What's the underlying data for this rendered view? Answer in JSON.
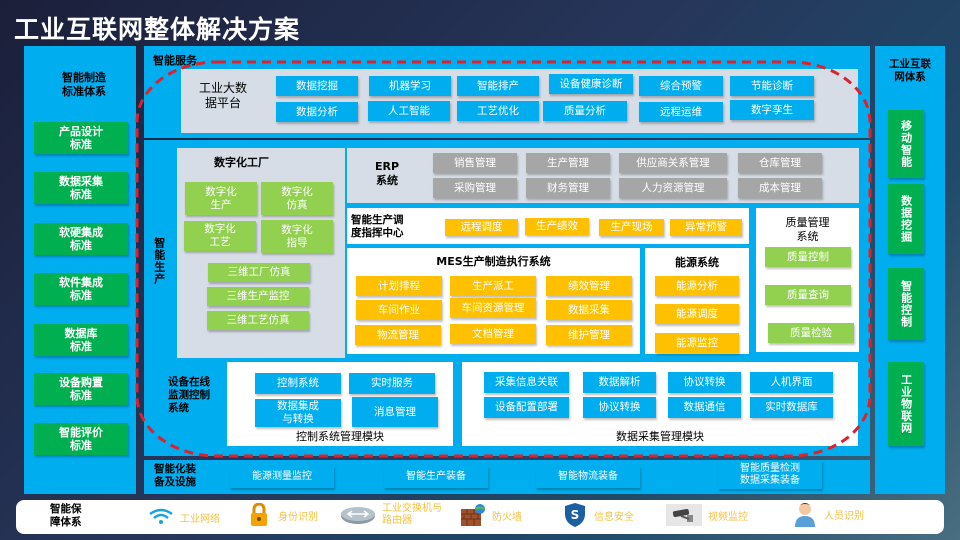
{
  "title": "工业互联网整体解决方案",
  "left_panel": {
    "title": "智能制造\n标准体系",
    "items": [
      "产品设计\n标准",
      "数据采集\n标准",
      "软硬集成\n标准",
      "软件集成\n标准",
      "数据库\n标准",
      "设备购置\n标准",
      "智能评价\n标准"
    ]
  },
  "right_panel": {
    "title": "工业互联\n网体系",
    "items": [
      "移动智能",
      "数据挖掘",
      "智能控制",
      "工业物联网"
    ]
  },
  "smart_service": {
    "label": "智能服务",
    "platform_label": "工业大数\n据平台",
    "row1": [
      "数据挖掘",
      "机器学习",
      "智能排产",
      "设备健康诊断",
      "综合预警",
      "节能诊断"
    ],
    "row2": [
      "数据分析",
      "人工智能",
      "工艺优化",
      "质量分析",
      "远程运维",
      "数字孪生"
    ]
  },
  "smart_production": {
    "label": "智能生产",
    "digital_factory": {
      "title": "数字化工厂",
      "grid": [
        "数字化\n生产",
        "数字化\n仿真",
        "数字化\n工艺",
        "数字化\n指导"
      ],
      "list": [
        "三维工厂仿真",
        "三维生产监控",
        "三维工艺仿真"
      ]
    },
    "erp": {
      "title": "ERP\n系统",
      "row1": [
        "销售管理",
        "生产管理",
        "供应商关系管理",
        "仓库管理"
      ],
      "row2": [
        "采购管理",
        "财务管理",
        "人力资源管理",
        "成本管理"
      ]
    },
    "dispatch": {
      "title": "智能生产调\n度指挥中心",
      "items": [
        "远程调度",
        "生产绩效",
        "生产现场",
        "异常预警"
      ]
    },
    "mes": {
      "title": "MES生产制造执行系统",
      "items": [
        "计划排程",
        "生产派工",
        "绩效管理",
        "车间作业",
        "车间资源管理",
        "数据采集",
        "物流管理",
        "文档管理",
        "维护管理"
      ]
    },
    "energy": {
      "title": "能源系统",
      "items": [
        "能源分析",
        "能源调度",
        "能源监控"
      ]
    },
    "quality": {
      "title": "质量管理\n系统",
      "items": [
        "质量控制",
        "质量查询",
        "质量检验"
      ]
    }
  },
  "monitoring": {
    "label": "设备在线\n监测控制\n系统",
    "control_module": {
      "title": "控制系统管理模块",
      "items": [
        "控制系统",
        "实时服务",
        "数据集成\n与转换",
        "消息管理"
      ]
    },
    "data_module": {
      "title": "数据采集管理模块",
      "row1": [
        "采集信息关联",
        "数据解析",
        "协议转换",
        "人机界面"
      ],
      "row2": [
        "设备配置部署",
        "协议转换",
        "数据通信",
        "实时数据库"
      ]
    }
  },
  "equipment": {
    "label": "智能化装\n备及设施",
    "items": [
      "能源测量监控",
      "智能生产装备",
      "智能物流装备",
      "智能质量检测\n数据采集装备"
    ]
  },
  "security": {
    "label": "智能保\n障体系",
    "items": [
      {
        "icon": "wifi-icon",
        "label": "工业网络"
      },
      {
        "icon": "lock-icon",
        "label": "身份识别"
      },
      {
        "icon": "router-icon",
        "label": "工业交换机与\n路由器"
      },
      {
        "icon": "firewall-icon",
        "label": "防火墙"
      },
      {
        "icon": "shield-icon",
        "label": "信息安全"
      },
      {
        "icon": "camera-icon",
        "label": "视频监控"
      },
      {
        "icon": "person-icon",
        "label": "人员识别"
      }
    ]
  },
  "colors": {
    "panel_blue": "#00aeef",
    "green": "#00b050",
    "light_green": "#92d050",
    "yellow": "#ffc000",
    "gray": "#a6a6a6",
    "dash_red": "#e0202a"
  }
}
